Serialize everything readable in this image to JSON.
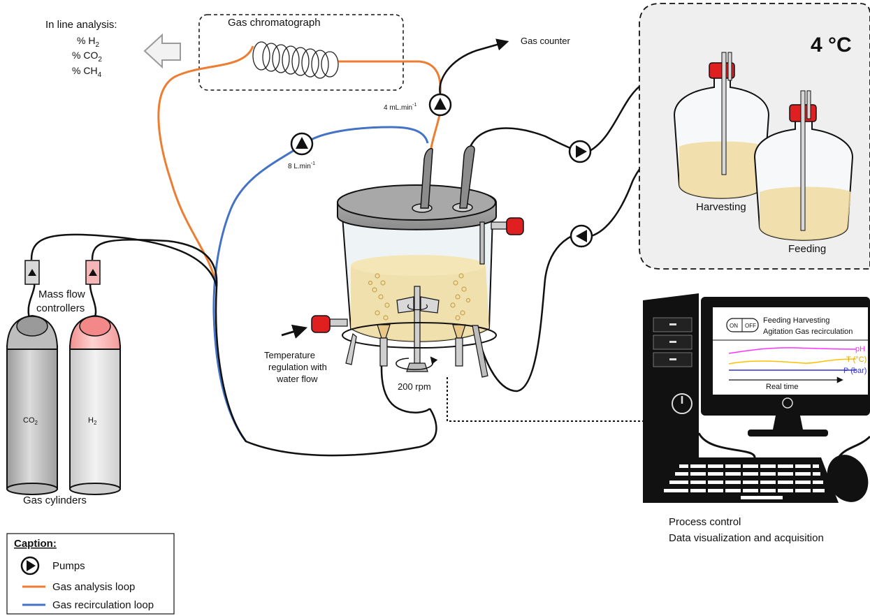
{
  "analysis": {
    "title": "In line analysis:",
    "h2": "% H",
    "h2_sub": "2",
    "co2": "% CO",
    "co2_sub": "2",
    "ch4": "% CH",
    "ch4_sub": "4"
  },
  "gas_chromatograph": "Gas chromatograph",
  "gas_counter": "Gas counter",
  "flow_4": "4 mL.min",
  "flow_4_sup": "-1",
  "flow_8": "8 L.min",
  "flow_8_sup": "-1",
  "cold_room": {
    "temperature": "4 °C",
    "harvesting": "Harvesting",
    "feeding": "Feeding"
  },
  "mass_flow": [
    "Mass flow",
    "controllers"
  ],
  "cylinders": {
    "co2": "CO",
    "co2_sub": "2",
    "h2": "H",
    "h2_sub": "2",
    "label": "Gas cylinders"
  },
  "temperature_regulation": [
    "Temperature",
    "regulation with",
    "water flow"
  ],
  "agitation_speed": "200 rpm",
  "computer": {
    "on": "ON",
    "off": "OFF",
    "controls_line1": "Feeding  Harvesting",
    "controls_line2": "Agitation Gas recirculation",
    "ph": "pH",
    "temp": "T (°C)",
    "pressure": "P (bar)",
    "time_axis": "Real time",
    "caption1": "Process  control",
    "caption2": "Data visualization and acquisition"
  },
  "legend": {
    "title": "Caption:",
    "pumps": "Pumps",
    "analysis_loop": "Gas analysis loop",
    "recirculation_loop": "Gas recirculation loop"
  },
  "colors": {
    "analysis_loop": "#ed7d31",
    "recirculation_loop": "#4472c4",
    "ph_line": "#ff33ff",
    "temp_line": "#ffc000",
    "pressure_line": "#3333cc",
    "cap_red": "#e02020",
    "medium": "#f0dca0"
  }
}
